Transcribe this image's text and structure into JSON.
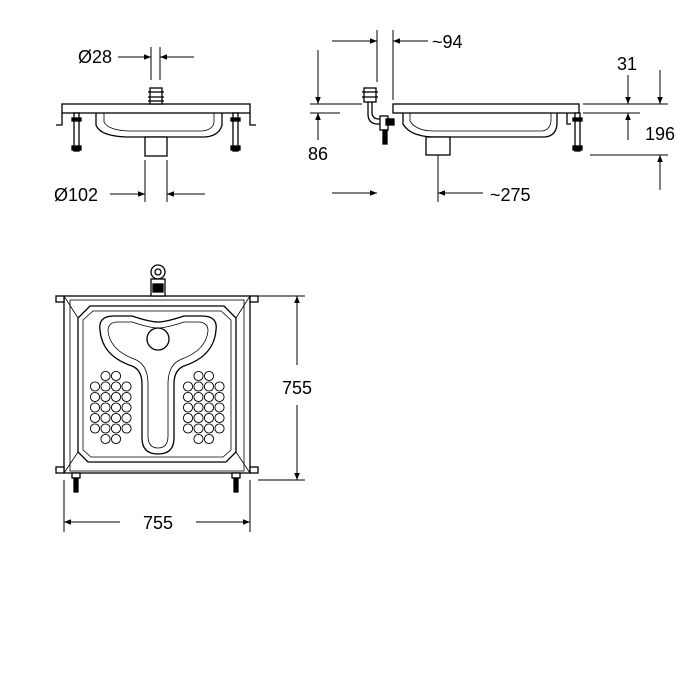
{
  "colors": {
    "line": "#000000",
    "background": "#ffffff"
  },
  "views": {
    "front": {
      "outlet_diameter": "Ø28",
      "drain_diameter": "Ø102"
    },
    "side": {
      "outlet_offset": "~94",
      "rim_thickness": "31",
      "outlet_height": "86",
      "total_height": "196",
      "drain_offset": "~275"
    },
    "top": {
      "width": "755",
      "depth": "755"
    }
  }
}
